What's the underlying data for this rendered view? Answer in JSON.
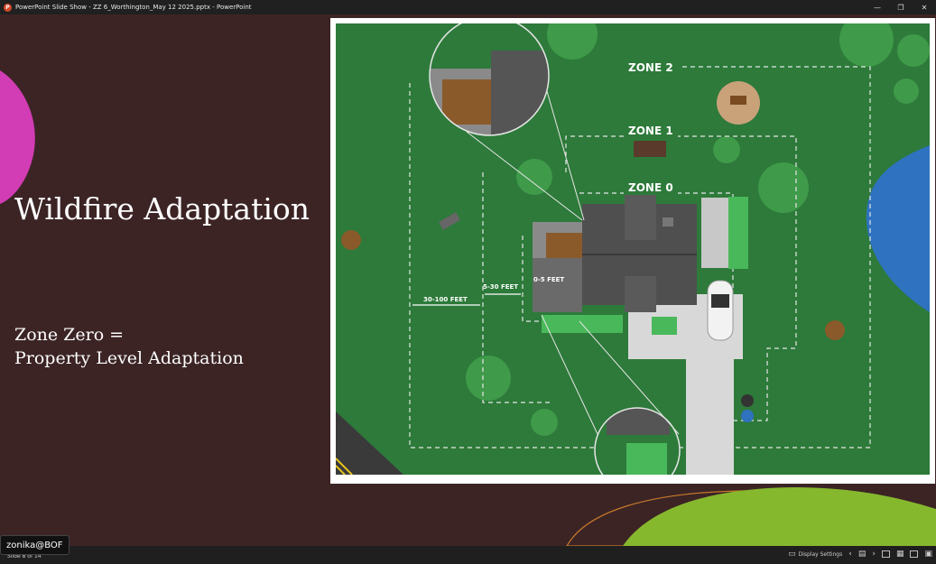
{
  "window": {
    "title": "PowerPoint Slide Show  -  ZZ 6_Worthington_May 12 2025.pptx  -  PowerPoint",
    "minimize_icon": "minimize-icon",
    "restore_icon": "restore-icon",
    "close_icon": "close-icon"
  },
  "slide": {
    "title": "Wildfire Adaptation",
    "subtitle_line1": "Zone Zero =",
    "subtitle_line2": "Property Level Adaptation",
    "colors": {
      "background": "#3c2425",
      "magenta": "#d23cb4",
      "lime": "#86b82e",
      "grass": "#2d7a3a"
    },
    "diagram": {
      "zone2": "ZONE 2",
      "zone1": "ZONE 1",
      "zone0": "ZONE 0",
      "dist_far": "30-100 FEET",
      "dist_mid": "5-30 FEET",
      "dist_near": "0-5 FEET"
    }
  },
  "status": {
    "slide_counter": "Slide 8 of 14",
    "display_settings": "Display Settings",
    "colors": {
      "bar": "#1f1f1f"
    }
  },
  "user": {
    "name": "zonika@BOF"
  }
}
